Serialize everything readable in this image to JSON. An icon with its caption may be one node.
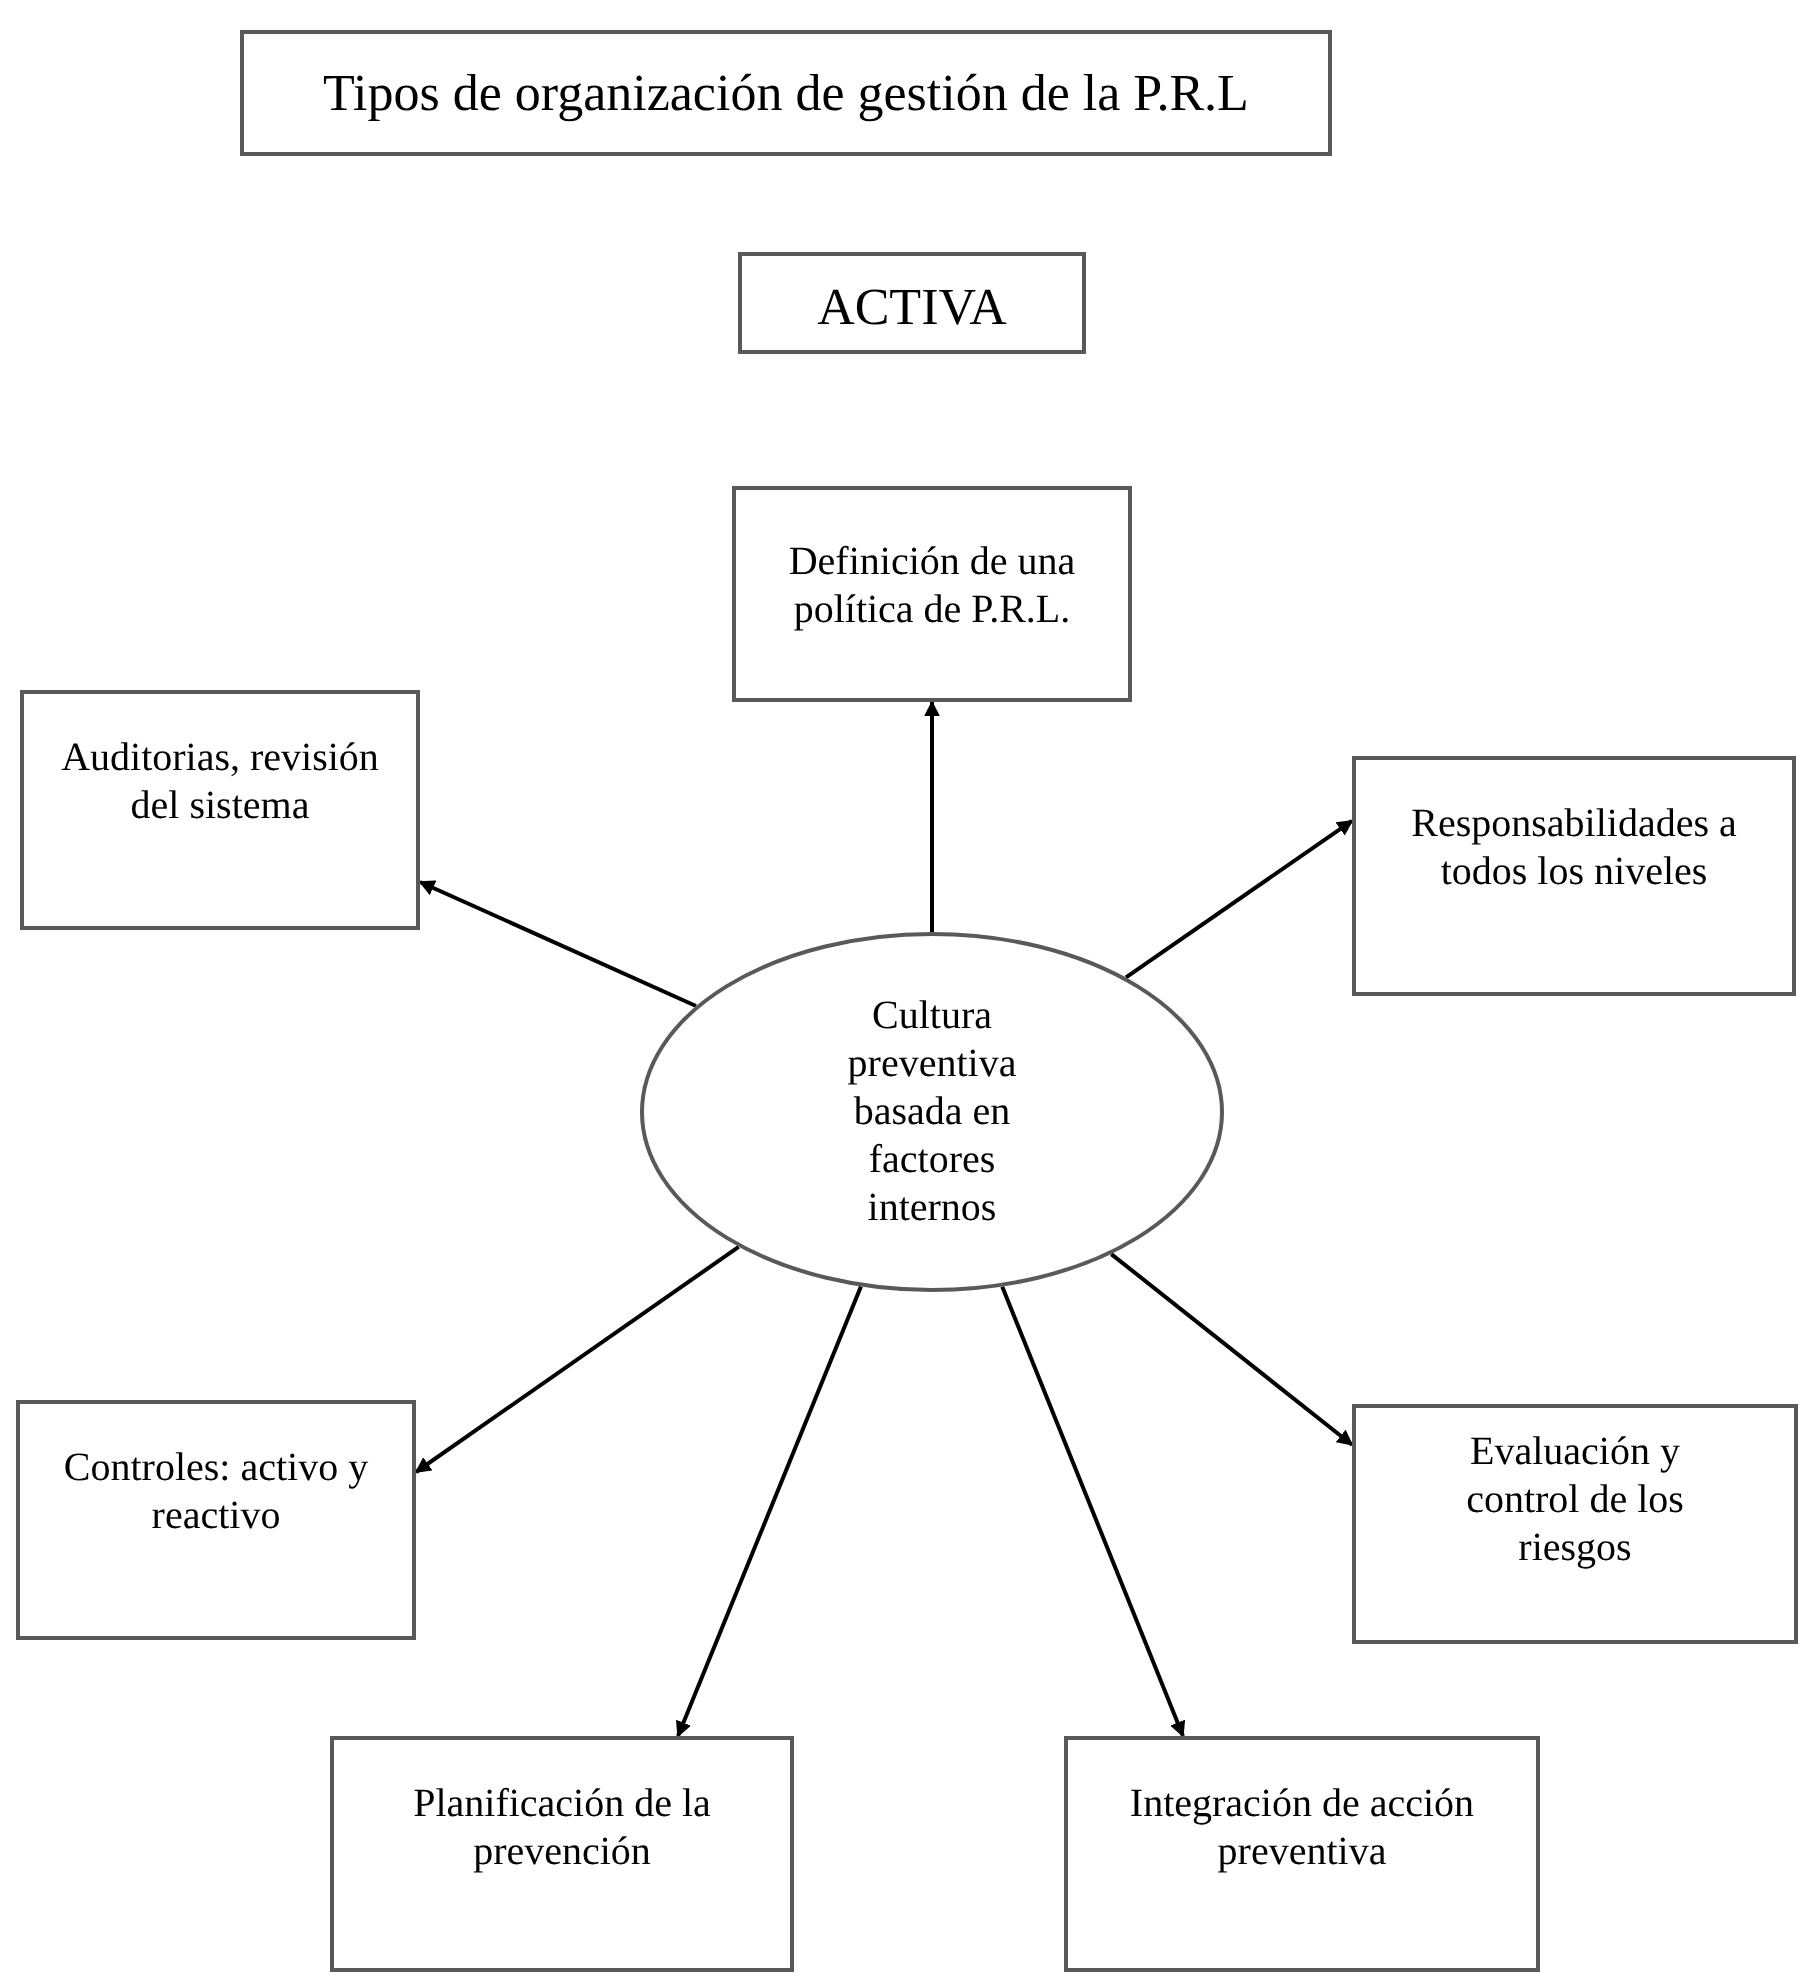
{
  "diagram": {
    "nodes": [
      {
        "text": [
          "Tipos de organización de gestión de la P.R.L"
        ]
      },
      {
        "text": [
          "ACTIVA"
        ]
      },
      {
        "text": [
          "Definición de una política de P.R.L."
        ]
      },
      {
        "text": [
          "Auditorias, revisión del sistema"
        ]
      },
      {
        "text": [
          "Responsabilidades a todos los niveles"
        ]
      },
      {
        "text": [
          "Cultura preventiva basada en factores internos"
        ]
      },
      {
        "text": [
          "Controles: activo y reactivo"
        ]
      },
      {
        "text": [
          "Evaluación y control de los riesgos"
        ]
      },
      {
        "text": [
          "Planificación de la prevención"
        ]
      },
      {
        "text": [
          "Integración de acción preventiva"
        ]
      }
    ],
    "edges": [
      {
        "from": 5,
        "to": 2,
        "arrow": "to"
      },
      {
        "from": 5,
        "to": 3,
        "arrow": "to"
      },
      {
        "from": 5,
        "to": 4,
        "arrow": "to"
      },
      {
        "from": 5,
        "to": 6,
        "arrow": "to"
      },
      {
        "from": 5,
        "to": 7,
        "arrow": "to"
      },
      {
        "from": 5,
        "to": 8,
        "arrow": "to"
      },
      {
        "from": 5,
        "to": 9,
        "arrow": "to"
      }
    ]
  }
}
